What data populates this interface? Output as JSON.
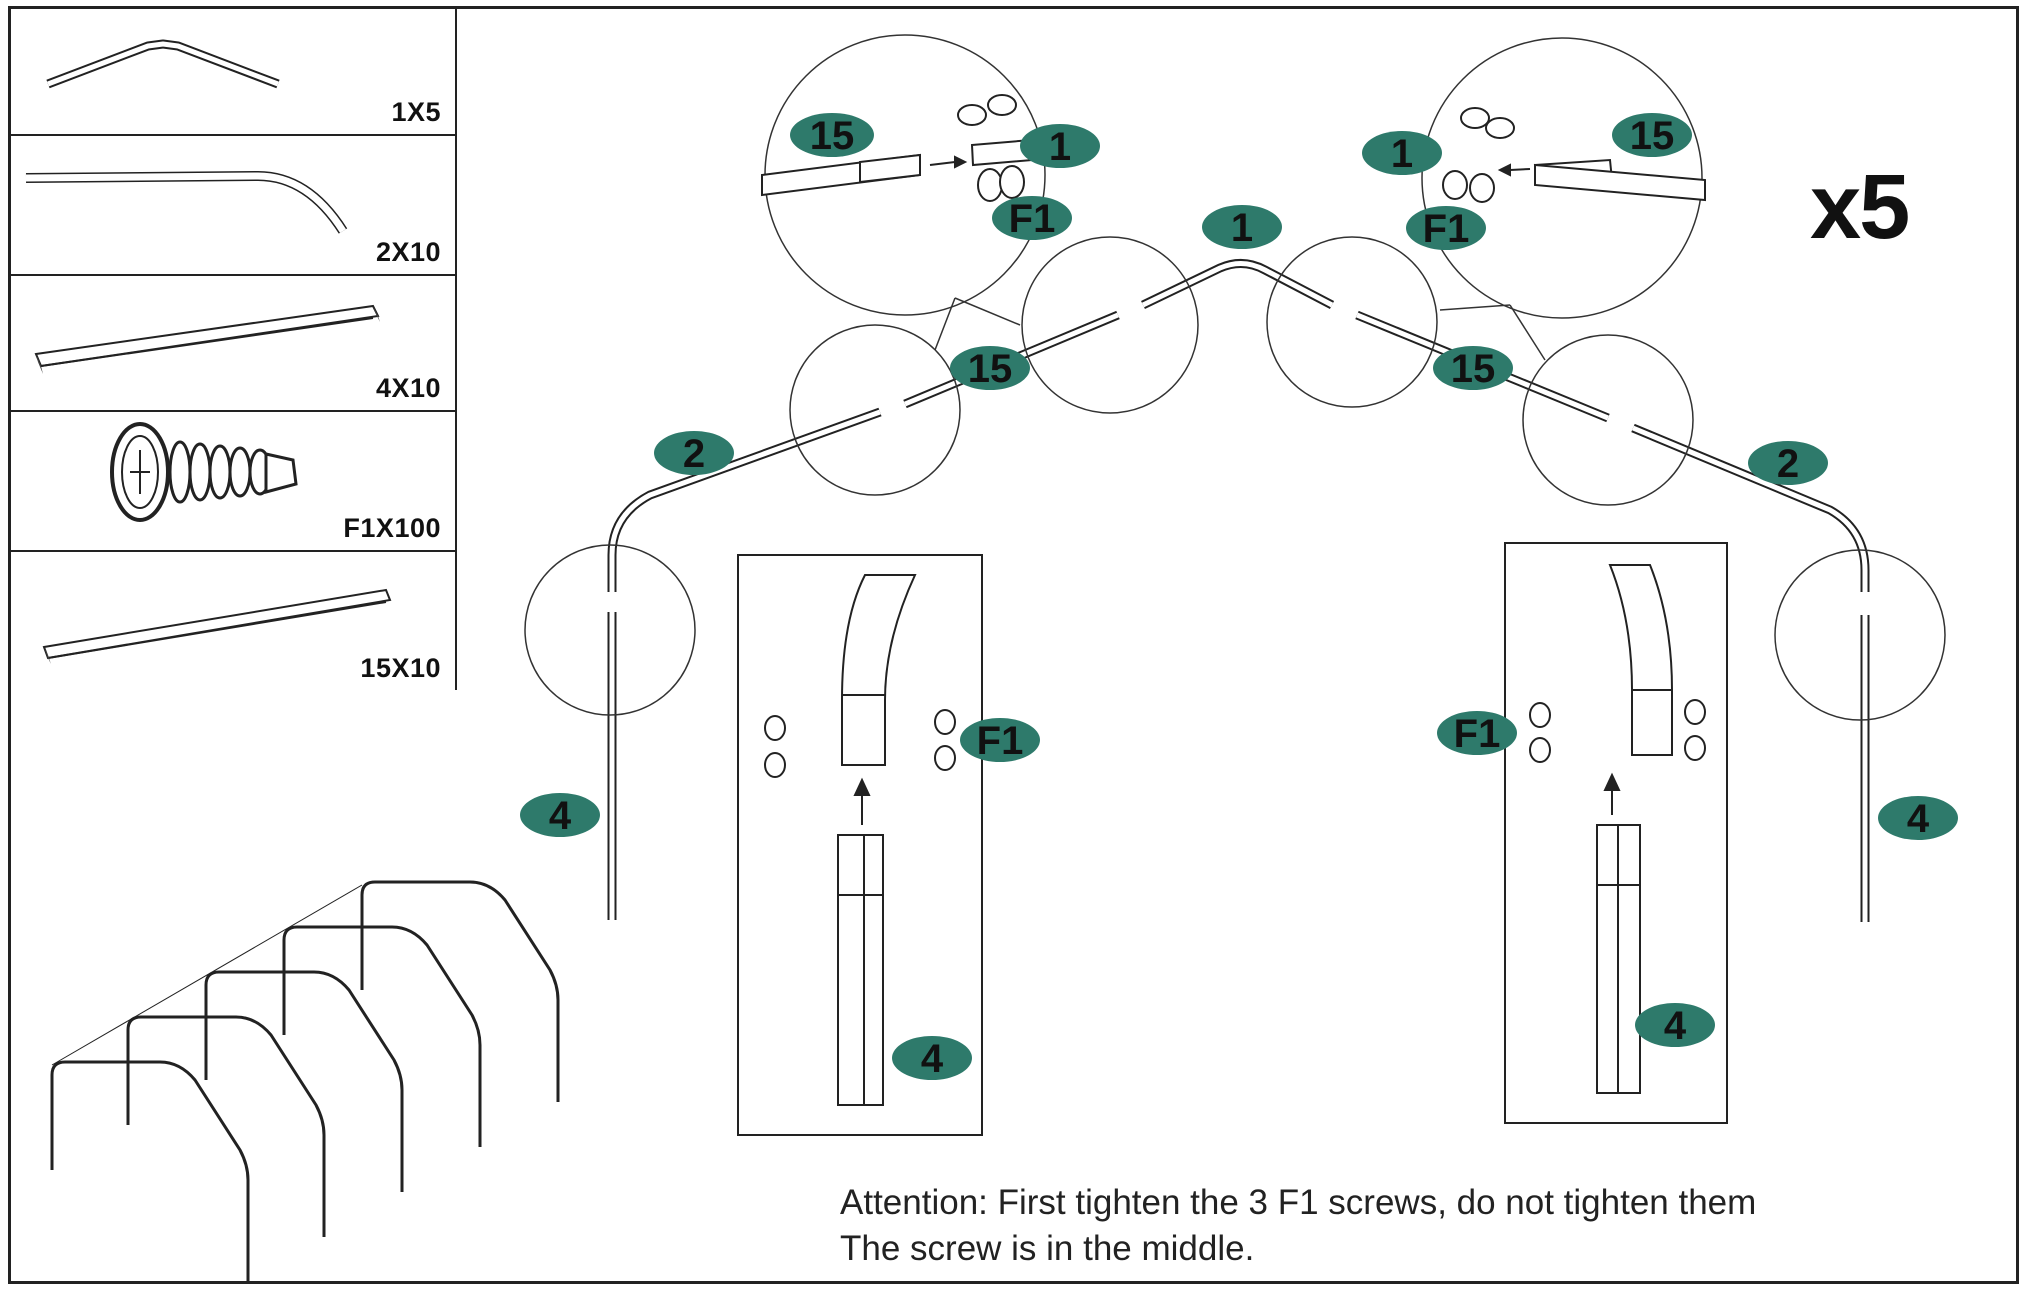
{
  "parts_list": [
    {
      "part": "1",
      "label": "1X5"
    },
    {
      "part": "2",
      "label": "2X10"
    },
    {
      "part": "4",
      "label": "4X10"
    },
    {
      "part": "F1",
      "label": "F1X100"
    },
    {
      "part": "15",
      "label": "15X10"
    }
  ],
  "quantity_marker": "x5",
  "badges": {
    "top_left_detail_15": "15",
    "top_left_detail_1": "1",
    "top_left_detail_f1": "F1",
    "top_right_detail_1": "1",
    "top_right_detail_15": "15",
    "top_right_detail_f1": "F1",
    "apex_1": "1",
    "left_15": "15",
    "right_15": "15",
    "left_2": "2",
    "right_2": "2",
    "left_4": "4",
    "right_4": "4",
    "left_box_f1": "F1",
    "left_box_4": "4",
    "right_box_f1": "F1",
    "right_box_4": "4"
  },
  "colors": {
    "badge": "#2e7a6b",
    "line": "#222222"
  },
  "note": {
    "line1": "Attention: First tighten the 3 F1 screws, do not tighten them",
    "line2": "The screw is in the middle."
  }
}
